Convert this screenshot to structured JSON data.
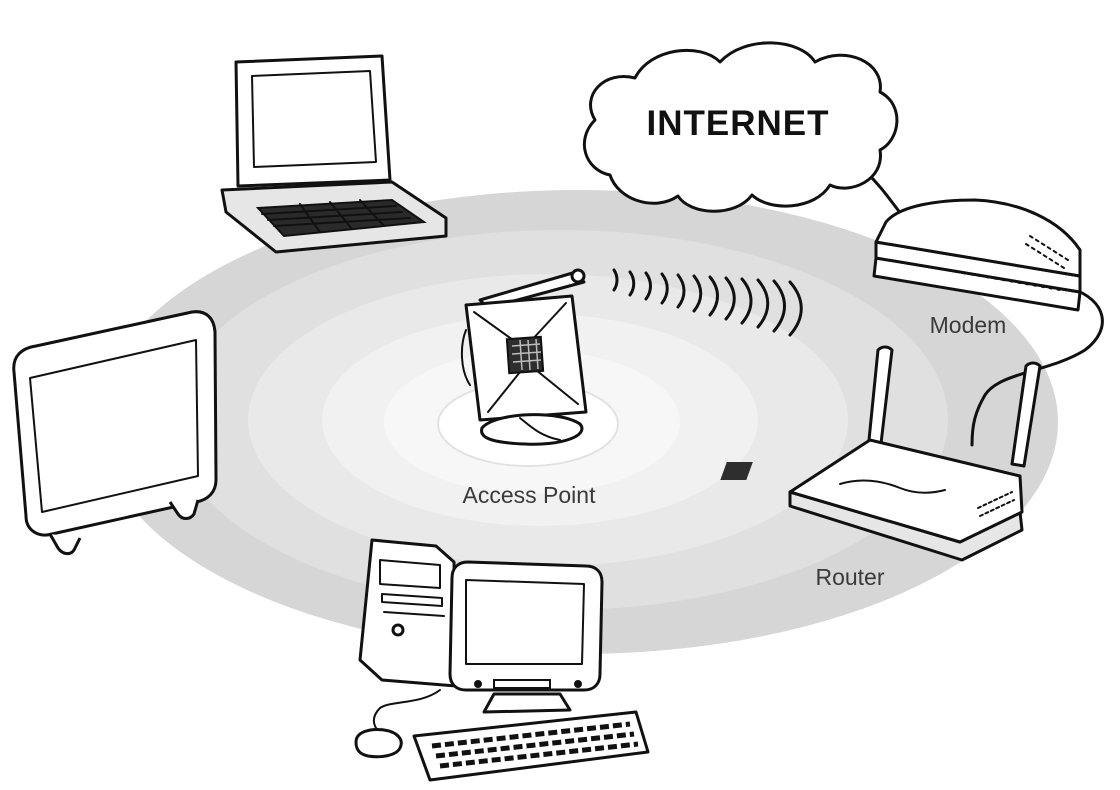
{
  "diagram": {
    "cloud_label": "INTERNET",
    "labels": {
      "modem": "Modem",
      "router": "Router",
      "access_point": "Access Point"
    }
  },
  "colors": {
    "outline": "#111111",
    "ring_outer": "#d9d9d9",
    "ring_mid": "#e4e4e4",
    "ring_inner": "#f2f2f2",
    "label_text": "#3a3a3a"
  },
  "icons": [
    "cloud-icon",
    "laptop-icon",
    "monitor-icon",
    "access-point-icon",
    "wireless-signal-icon",
    "modem-icon",
    "router-icon",
    "desktop-computer-icon",
    "keyboard-icon",
    "mouse-icon",
    "cable-icon"
  ]
}
